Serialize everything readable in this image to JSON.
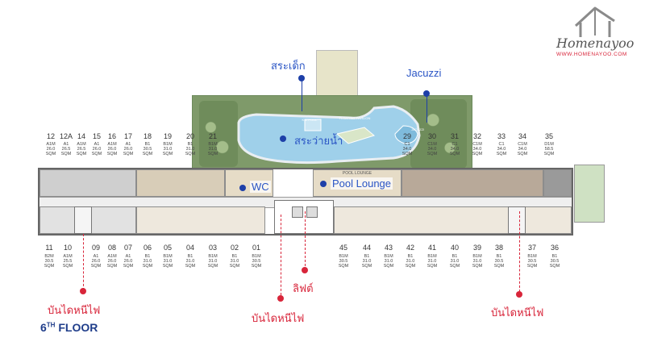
{
  "logo": {
    "brand": "Homenayoo",
    "url": "WWW.HOMENAYOO.COM",
    "icon": "house-outline-icon"
  },
  "floor_label": {
    "number": "6",
    "sup": "TH",
    "word": "FLOOR"
  },
  "colors": {
    "blue_marker": "#1d3fa8",
    "red_marker": "#d8253a",
    "pool": "#9fd0ea",
    "garden": "#7f9a6a"
  },
  "amenities": {
    "kids_pool": "สระเด็ก",
    "jacuzzi": "Jacuzzi",
    "pool": "สระว่ายน้ำ",
    "wc": "WC",
    "pool_lounge": "Pool Lounge",
    "lift": "ลิฟต์",
    "fire_exit": "บันไดหนีไฟ"
  },
  "plan_text": {
    "kids_pool_sign": "KID POOL",
    "pavilion_sign": "FLOATING PAVILION",
    "jacuzzi_sign": "JACUZZI",
    "pool_lounge_sign": "POOL LOUNGE"
  },
  "top_units": [
    {
      "no": "12",
      "type": "A1M",
      "size": "26.0",
      "sqm": "SQM"
    },
    {
      "no": "12A",
      "type": "A1",
      "size": "26.5",
      "sqm": "SQM"
    },
    {
      "no": "14",
      "type": "A1M",
      "size": "26.5",
      "sqm": "SQM"
    },
    {
      "no": "15",
      "type": "A1",
      "size": "26.0",
      "sqm": "SQM"
    },
    {
      "no": "16",
      "type": "A1M",
      "size": "26.0",
      "sqm": "SQM"
    },
    {
      "no": "17",
      "type": "A1",
      "size": "26.0",
      "sqm": "SQM"
    },
    {
      "no": "18",
      "type": "B1",
      "size": "30.5",
      "sqm": "SQM"
    },
    {
      "no": "19",
      "type": "B1M",
      "size": "31.0",
      "sqm": "SQM"
    },
    {
      "no": "20",
      "type": "B1",
      "size": "31.0",
      "sqm": "SQM"
    },
    {
      "no": "21",
      "type": "B1M",
      "size": "31.0",
      "sqm": "SQM"
    },
    {
      "no": "29",
      "type": "C1",
      "size": "34.0",
      "sqm": "SQM"
    },
    {
      "no": "30",
      "type": "C1M",
      "size": "34.0",
      "sqm": "SQM"
    },
    {
      "no": "31",
      "type": "C1",
      "size": "34.0",
      "sqm": "SQM"
    },
    {
      "no": "32",
      "type": "C1M",
      "size": "34.0",
      "sqm": "SQM"
    },
    {
      "no": "33",
      "type": "C1",
      "size": "34.0",
      "sqm": "SQM"
    },
    {
      "no": "34",
      "type": "C1M",
      "size": "34.0",
      "sqm": "SQM"
    },
    {
      "no": "35",
      "type": "D1M",
      "size": "58.5",
      "sqm": "SQM"
    }
  ],
  "bottom_units": [
    {
      "no": "11",
      "type": "B2M",
      "size": "30.5",
      "sqm": "SQM"
    },
    {
      "no": "10",
      "type": "A1M",
      "size": "25.5",
      "sqm": "SQM"
    },
    {
      "no": "09",
      "type": "A1",
      "size": "26.0",
      "sqm": "SQM"
    },
    {
      "no": "08",
      "type": "A1M",
      "size": "26.0",
      "sqm": "SQM"
    },
    {
      "no": "07",
      "type": "A1",
      "size": "26.0",
      "sqm": "SQM"
    },
    {
      "no": "06",
      "type": "B1",
      "size": "31.0",
      "sqm": "SQM"
    },
    {
      "no": "05",
      "type": "B1M",
      "size": "31.0",
      "sqm": "SQM"
    },
    {
      "no": "04",
      "type": "B1",
      "size": "31.0",
      "sqm": "SQM"
    },
    {
      "no": "03",
      "type": "B1M",
      "size": "31.0",
      "sqm": "SQM"
    },
    {
      "no": "02",
      "type": "B1",
      "size": "31.0",
      "sqm": "SQM"
    },
    {
      "no": "01",
      "type": "B1M",
      "size": "30.5",
      "sqm": "SQM"
    },
    {
      "no": "45",
      "type": "B1M",
      "size": "30.5",
      "sqm": "SQM"
    },
    {
      "no": "44",
      "type": "B1",
      "size": "31.0",
      "sqm": "SQM"
    },
    {
      "no": "43",
      "type": "B1M",
      "size": "31.0",
      "sqm": "SQM"
    },
    {
      "no": "42",
      "type": "B1",
      "size": "31.0",
      "sqm": "SQM"
    },
    {
      "no": "41",
      "type": "B1M",
      "size": "31.0",
      "sqm": "SQM"
    },
    {
      "no": "40",
      "type": "B1",
      "size": "31.0",
      "sqm": "SQM"
    },
    {
      "no": "39",
      "type": "B1M",
      "size": "31.0",
      "sqm": "SQM"
    },
    {
      "no": "38",
      "type": "B1",
      "size": "30.5",
      "sqm": "SQM"
    },
    {
      "no": "37",
      "type": "B1M",
      "size": "30.5",
      "sqm": "SQM"
    },
    {
      "no": "36",
      "type": "B1",
      "size": "30.5",
      "sqm": "SQM"
    }
  ]
}
